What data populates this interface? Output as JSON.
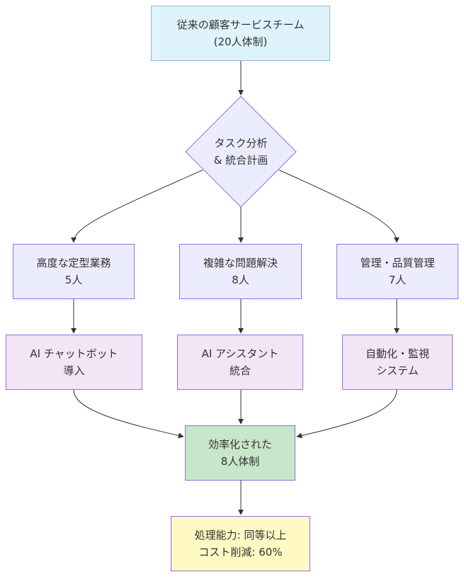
{
  "colors": {
    "start_fill": "#dff3fd",
    "start_border": "#8fb6d6",
    "default_fill": "#ececff",
    "default_border": "#9370db",
    "tool_fill": "#f3e5f5",
    "result_fill": "#c8e6c9",
    "final_fill": "#fff9c4",
    "edge": "#333333"
  },
  "nodes": {
    "start": {
      "line1": "従来の顧客サービスチーム",
      "line2": "(20人体制)"
    },
    "decision": {
      "line1": "タスク分析",
      "line2": "& 統合計画"
    },
    "routine": {
      "line1": "高度な定型業務",
      "line2": "5人"
    },
    "complex": {
      "line1": "複雑な問題解決",
      "line2": "8人"
    },
    "management": {
      "line1": "管理・品質管理",
      "line2": "7人"
    },
    "chatbot": {
      "line1": "AI チャットボット",
      "line2": "導入"
    },
    "assistant": {
      "line1": "AI アシスタント",
      "line2": "統合"
    },
    "monitoring": {
      "line1": "自動化・監視",
      "line2": "システム"
    },
    "efficient": {
      "line1": "効率化された",
      "line2": "8人体制"
    },
    "outcome": {
      "line1": "処理能力: 同等以上",
      "line2": "コスト削減: 60%"
    }
  }
}
